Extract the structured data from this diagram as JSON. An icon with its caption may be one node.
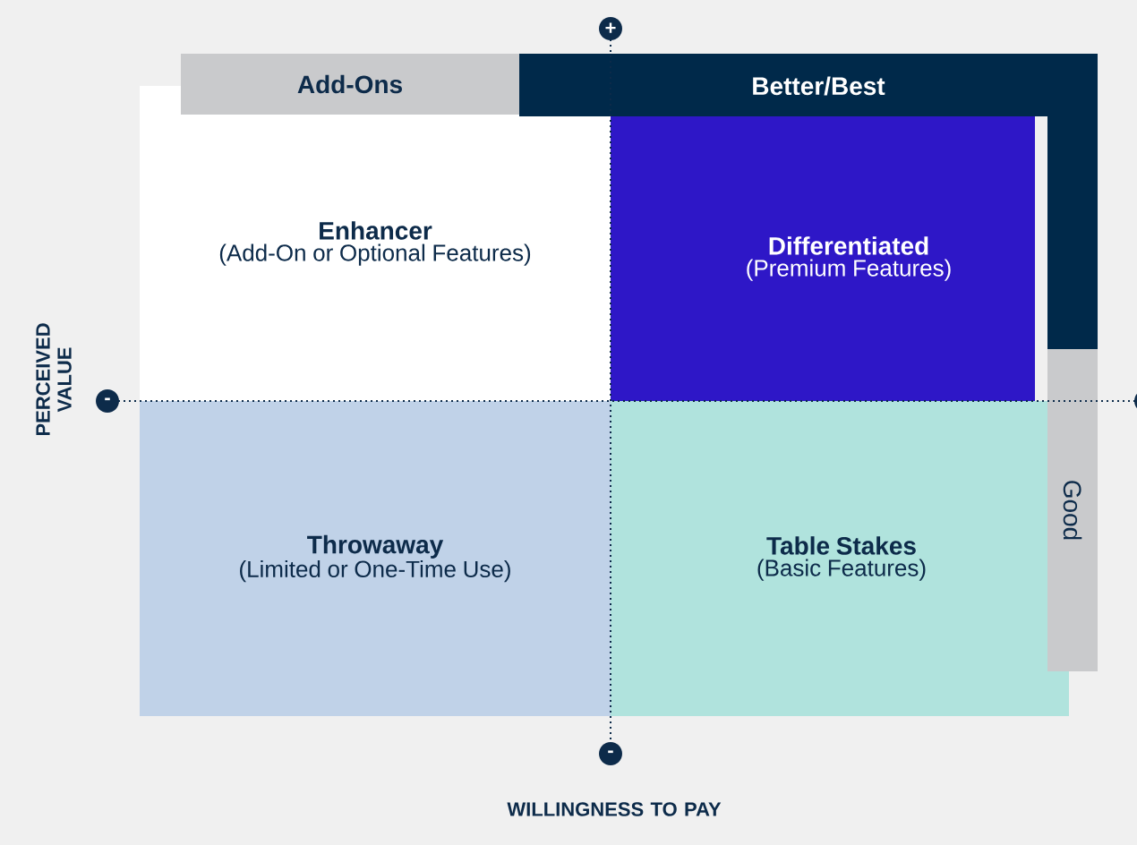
{
  "diagram": {
    "nodes": [
      {
        "text": [
          "Add-Ons"
        ]
      },
      {
        "text": [
          "Better/Best"
        ]
      },
      {
        "text": [
          "Good"
        ]
      },
      {
        "text": [
          "Enhancer",
          "(Add-On or Optional Features)"
        ]
      },
      {
        "text": [
          "Differentiated",
          "(Premium Features)"
        ]
      },
      {
        "text": [
          "Throwaway",
          "(Limited or One-Time Use)"
        ]
      },
      {
        "text": [
          "Table Stakes",
          "(Basic Features)"
        ]
      }
    ],
    "labels": [
      "+",
      "PERCEIVED VALUE",
      "-",
      "-",
      "WILLINGNESS TO PAY"
    ]
  }
}
